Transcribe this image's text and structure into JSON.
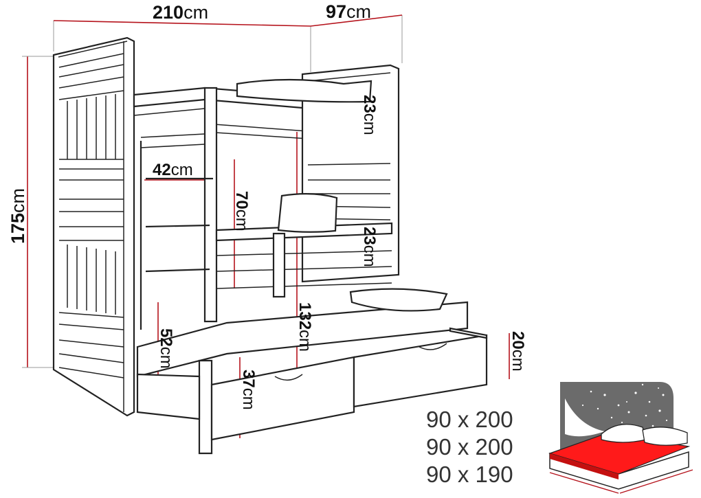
{
  "dimensions": {
    "width": {
      "value": "210",
      "unit": "cm"
    },
    "depth": {
      "value": "97",
      "unit": "cm"
    },
    "height": {
      "value": "175",
      "unit": "cm"
    },
    "top_rail": {
      "value": "23",
      "unit": "cm"
    },
    "ladder_step": {
      "value": "42",
      "unit": "cm"
    },
    "upper_clearance": {
      "value": "70",
      "unit": "cm"
    },
    "middle_rail": {
      "value": "23",
      "unit": "cm"
    },
    "upper_bed_height": {
      "value": "132",
      "unit": "cm"
    },
    "middle_bed_height": {
      "value": "52",
      "unit": "cm"
    },
    "trundle_height": {
      "value": "37",
      "unit": "cm"
    },
    "drawer_height": {
      "value": "20",
      "unit": "cm"
    }
  },
  "mattress_sizes": [
    "90 x 200",
    "90 x 200",
    "90 x 190"
  ],
  "colors": {
    "dimension_line": "#b5121b",
    "mattress": "#ff1a1a",
    "night_panel": "#6b6b6b"
  }
}
